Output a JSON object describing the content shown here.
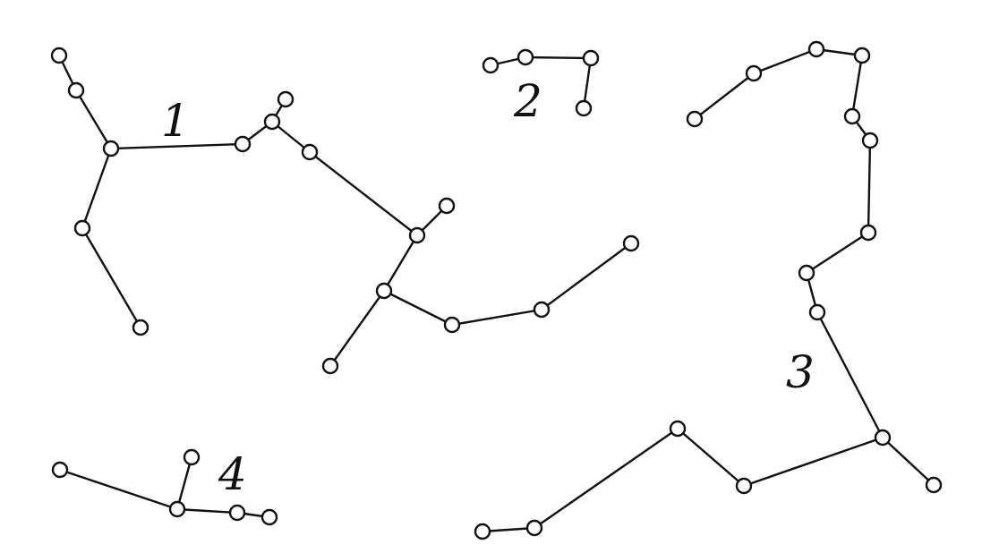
{
  "colors": {
    "ink": "#111111",
    "paper": "#ffffff"
  },
  "trees": [
    {
      "label": "1"
    },
    {
      "label": "2"
    },
    {
      "label": "3"
    },
    {
      "label": "4"
    }
  ]
}
